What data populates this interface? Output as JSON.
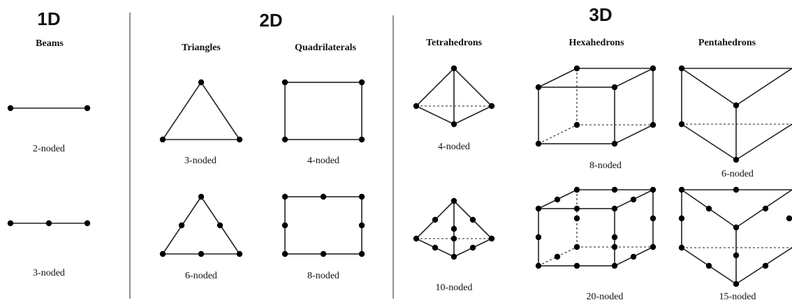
{
  "sections": {
    "d1": {
      "title": "1D"
    },
    "d2": {
      "title": "2D"
    },
    "d3": {
      "title": "3D"
    }
  },
  "columns": {
    "beams": "Beams",
    "triangles": "Triangles",
    "quadrilaterals": "Quadrilaterals",
    "tetrahedrons": "Tetrahedrons",
    "hexahedrons": "Hexahedrons",
    "pentahedrons": "Pentahedrons"
  },
  "labels": {
    "beam_2": "2-noded",
    "beam_3": "3-noded",
    "tri_3": "3-noded",
    "tri_6": "6-noded",
    "quad_4": "4-noded",
    "quad_8": "8-noded",
    "tet_4": "4-noded",
    "tet_10": "10-noded",
    "hex_8": "8-noded",
    "hex_20": "20-noded",
    "penta_6": "6-noded",
    "penta_15": "15-noded"
  }
}
